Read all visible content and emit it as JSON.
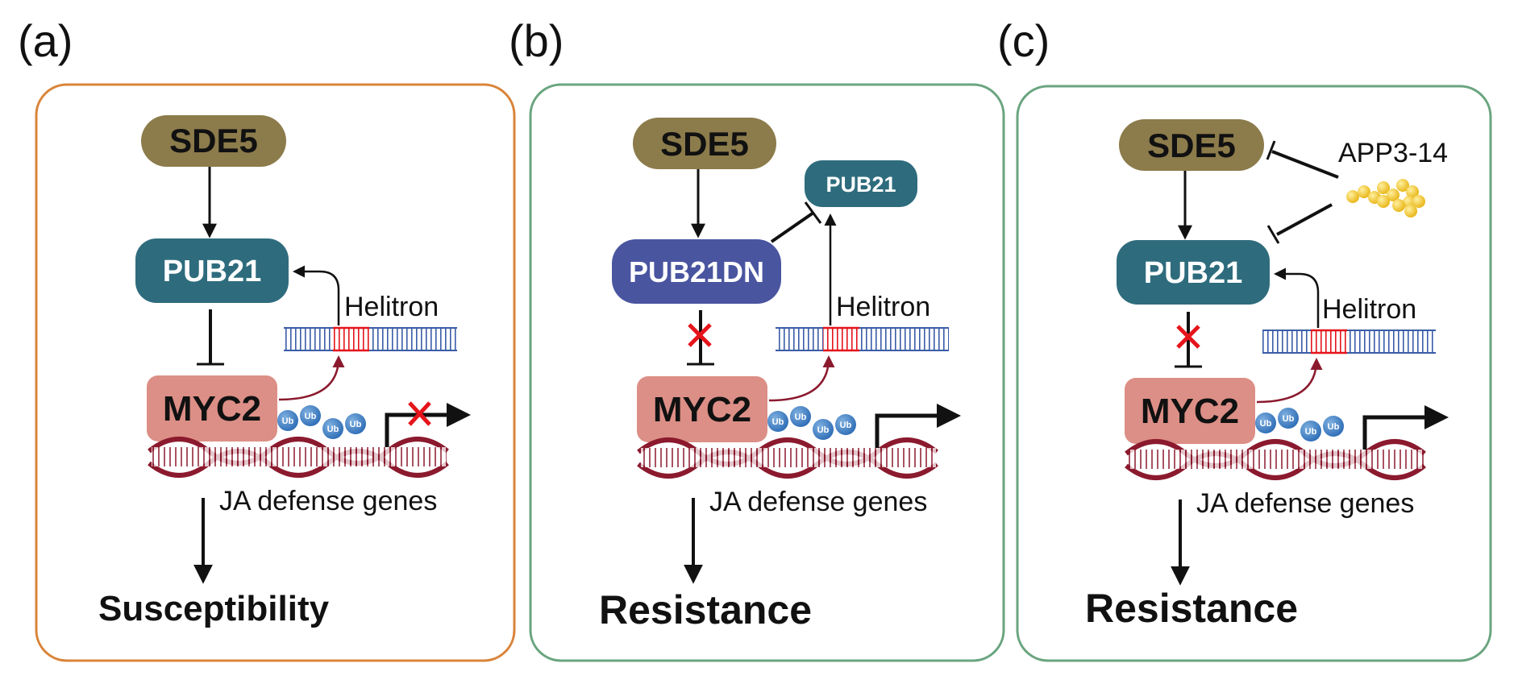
{
  "colors": {
    "sde5": "#8c7b4b",
    "pub21": "#2e6c7d",
    "pub21dn": "#4a55a0",
    "myc2": "#dc8f86",
    "dna": "#8b1a2e",
    "helitron": "#e5141b",
    "ub": "#3d7dc2",
    "frame_a": "#d9843a",
    "frame_bc": "#6aa57f",
    "app": "#f4c430"
  },
  "panels": [
    {
      "label": "(a)",
      "sde5": "SDE5",
      "pub21": "PUB21",
      "helitron": "Helitron",
      "myc2": "MYC2",
      "ub": "Ub",
      "genes": "JA defense genes",
      "outcome": "Susceptibility"
    },
    {
      "label": "(b)",
      "sde5": "SDE5",
      "pub21_top": "PUB21",
      "pub21dn": "PUB21DN",
      "helitron": "Helitron",
      "myc2": "MYC2",
      "ub": "Ub",
      "genes": "JA defense genes",
      "outcome": "Resistance"
    },
    {
      "label": "(c)",
      "sde5": "SDE5",
      "app": "APP3-14",
      "pub21": "PUB21",
      "helitron": "Helitron",
      "myc2": "MYC2",
      "ub": "Ub",
      "genes": "JA defense genes",
      "outcome": "Resistance"
    }
  ]
}
